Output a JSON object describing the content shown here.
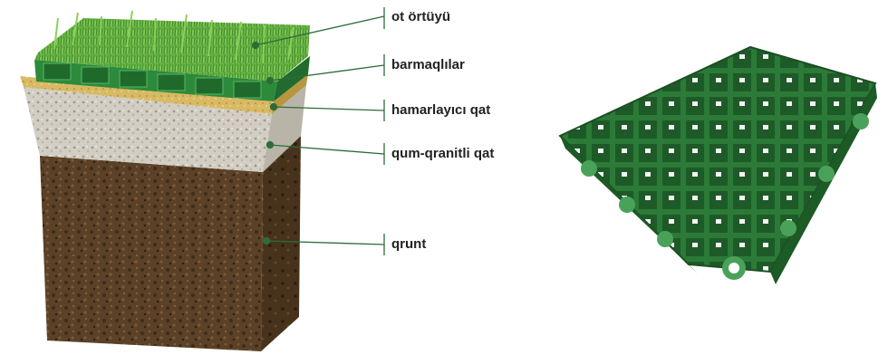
{
  "labels": {
    "grass": "ot örtüyü",
    "grid": "barmaqlılar",
    "leveling": "hamarlayıcı qat",
    "sand_gravel": "qum-qranitli qat",
    "soil": "qrunt"
  },
  "colors": {
    "leader_line": "#2e6b3a",
    "grid_green": "#2f8a3c",
    "soil_brown": "#5a4127",
    "gravel_gray": "#cdc8bd",
    "sand_yellow": "#d9bd72",
    "grass_green": "#5fae3c"
  }
}
